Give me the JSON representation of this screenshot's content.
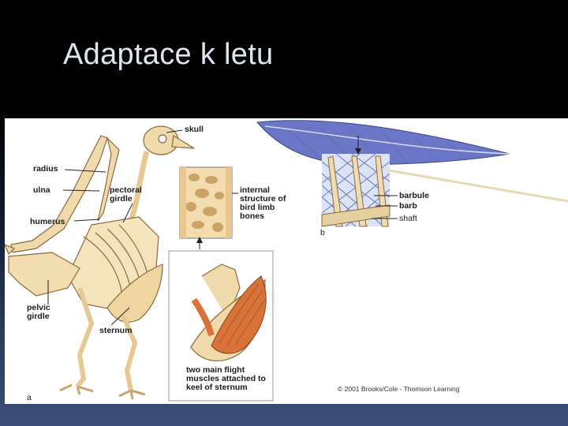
{
  "slide": {
    "title": "Adaptace k letu"
  },
  "figure": {
    "skeleton_labels": {
      "skull": "skull",
      "radius": "radius",
      "ulna": "ulna",
      "pectoral_girdle": "pectoral girdle",
      "humerus": "humerus",
      "pelvic_girdle": "pelvic girdle",
      "sternum": "sternum",
      "panel_a": "a"
    },
    "bone_inset": {
      "caption": "internal structure of bird limb bones"
    },
    "muscle_inset": {
      "caption": "two main flight muscles attached to keel of sternum"
    },
    "feather_labels": {
      "barbule": "barbule",
      "barb": "barb",
      "shaft": "shaft",
      "panel_b": "b"
    },
    "copyright": "© 2001 Brooks/Cole - Thomson Learning"
  },
  "colors": {
    "bone": "#f0d9aa",
    "bone_outline": "#8a6a3c",
    "muscle": "#d9733a",
    "feather": "#6a76c6",
    "title_text": "#dde6ef"
  }
}
